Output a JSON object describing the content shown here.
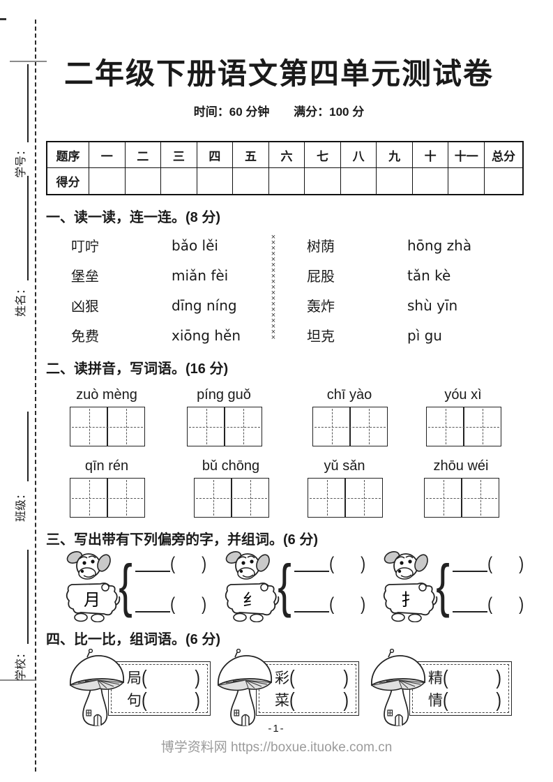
{
  "page": {
    "title": "二年级下册语文第四单元测试卷",
    "meta_time": "时间：60 分钟",
    "meta_score": "满分：100 分",
    "page_number": "-1-",
    "credit": "博学资料网 https://boxue.ituoke.com.cn"
  },
  "margin": {
    "student_id": "学号：",
    "name": "姓名：",
    "class": "班级：",
    "school": "学校："
  },
  "score_table": {
    "row1_label": "题序",
    "row2_label": "得分",
    "columns": [
      "一",
      "二",
      "三",
      "四",
      "五",
      "六",
      "七",
      "八",
      "九",
      "十",
      "十一",
      "总分"
    ]
  },
  "punct": {
    "open": "(",
    "close": ")"
  },
  "section1": {
    "heading": "一、读一读，连一连。(8 分)",
    "left_words": [
      "叮咛",
      "堡垒",
      "凶狠",
      "免费"
    ],
    "left_pinyin": [
      "bǎo lěi",
      "miǎn fèi",
      "dīng níng",
      "xiōng hěn"
    ],
    "right_words": [
      "树荫",
      "屁股",
      "轰炸",
      "坦克"
    ],
    "right_pinyin": [
      "hōng zhà",
      "tǎn kè",
      "shù yīn",
      "pì gu"
    ]
  },
  "section2": {
    "heading": "二、读拼音，写词语。(16 分)",
    "row1": [
      "zuò mèng",
      "píng guǒ",
      "chī yào",
      "yóu xì"
    ],
    "row2": [
      "qīn rén",
      "bǔ chōng",
      "yǔ sǎn",
      "zhōu wéi"
    ]
  },
  "section3": {
    "heading": "三、写出带有下列偏旁的字，并组词。(6 分)",
    "radicals": [
      "月",
      "纟",
      "扌"
    ]
  },
  "section4": {
    "heading": "四、比一比，组词语。(6 分)",
    "pairs": [
      [
        "局",
        "句"
      ],
      [
        "彩",
        "菜"
      ],
      [
        "精",
        "情"
      ]
    ]
  },
  "decor": {
    "chain_glyph": "×"
  }
}
